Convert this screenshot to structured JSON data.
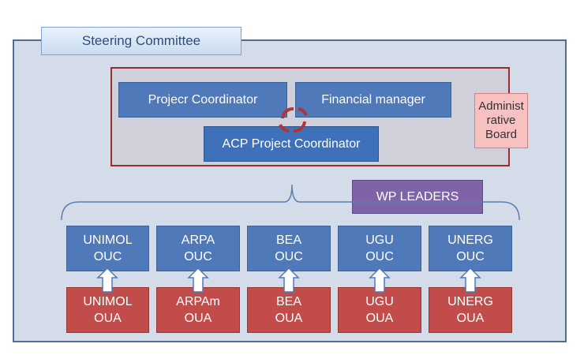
{
  "steering_committee": "Steering Committee",
  "board": {
    "project_coordinator": "Projecr Coordinator",
    "financial_manager": "Financial manager",
    "acp_project_coordinator": "ACP Project Coordinator",
    "administrative_board": "Administ\nrative\nBoard"
  },
  "wp_leaders": "WP LEADERS",
  "partners": [
    {
      "ouc": "UNIMOL\nOUC",
      "oua": "UNIMOL\nOUA"
    },
    {
      "ouc": "ARPA\nOUC",
      "oua": "ARPAm\nOUA"
    },
    {
      "ouc": "BEA\nOUC",
      "oua": "BEA\nOUA"
    },
    {
      "ouc": "UGU\nOUC",
      "oua": "UGU\nOUA"
    },
    {
      "ouc": "UNERG\nOUC",
      "oua": "UNERG\nOUA"
    }
  ],
  "colors": {
    "background": "#d3dce8",
    "blue_box": "#4f79b9",
    "red_box": "#c24c4a",
    "purple_box": "#7f63a7",
    "board_border": "#9b2b2e"
  }
}
